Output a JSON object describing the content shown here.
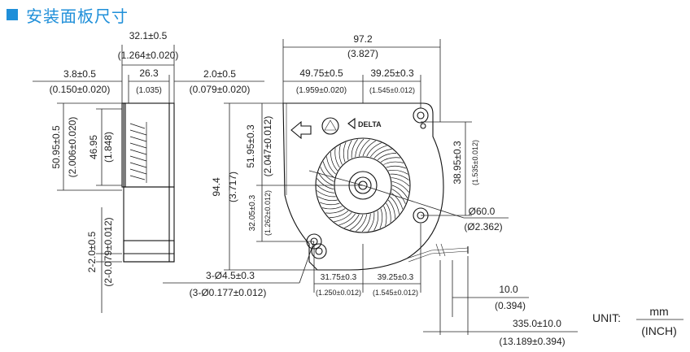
{
  "header": {
    "title": "安装面板尺寸",
    "accent_color": "#1f8fd9"
  },
  "unit": {
    "label": "UNIT:",
    "numerator": "mm",
    "denominator": "(INCH)"
  },
  "side_view": {
    "overall_width": {
      "mm": "32.1±0.5",
      "inch": "(1.264±0.020)"
    },
    "left_offset": {
      "mm": "3.8±0.5",
      "inch": "(0.150±0.020)"
    },
    "body_width": {
      "mm": "26.3",
      "inch": "(1.035)"
    },
    "right_offset": {
      "mm": "2.0±0.5",
      "inch": "(0.079±0.020)"
    },
    "outlet_height": {
      "mm": "50.95±0.5",
      "inch": "(2.006±0.020)"
    },
    "inner_height": {
      "mm": "46.95",
      "inch": "(1.848)"
    },
    "bottom_gap": {
      "mm": "2-2.0±0.5",
      "inch": "(2-0.079±0.012)"
    }
  },
  "front_view": {
    "overall_width": {
      "mm": "97.2",
      "inch": "(3.827)"
    },
    "left_span": {
      "mm": "49.75±0.5",
      "inch": "(1.959±0.020)"
    },
    "right_span_top": {
      "mm": "39.25±0.3",
      "inch": "(1.545±0.012)"
    },
    "overall_height": {
      "mm": "94.4",
      "inch": "(3.717)"
    },
    "upper_height": {
      "mm": "51.95±0.3",
      "inch": "(2.047±0.012)"
    },
    "lower_height": {
      "mm": "32.05±0.3",
      "inch": "(1.262±0.012)"
    },
    "right_height": {
      "mm": "38.95±0.3",
      "inch": "(1.535±0.012)"
    },
    "impeller_diameter": {
      "mm": "Ø60.0",
      "inch": "(Ø2.362)"
    },
    "holes": {
      "mm": "3-Ø4.5±0.3",
      "inch": "(3-Ø0.177±0.012)"
    },
    "bottom_left_span": {
      "mm": "31.75±0.3",
      "inch": "(1.250±0.012)"
    },
    "bottom_right_span": {
      "mm": "39.25±0.3",
      "inch": "(1.545±0.012)"
    },
    "wire_strip": {
      "mm": "10.0",
      "inch": "(0.394)"
    },
    "wire_length": {
      "mm": "335.0±10.0",
      "inch": "(13.189±0.394)"
    },
    "logo_text": "DELTA"
  }
}
